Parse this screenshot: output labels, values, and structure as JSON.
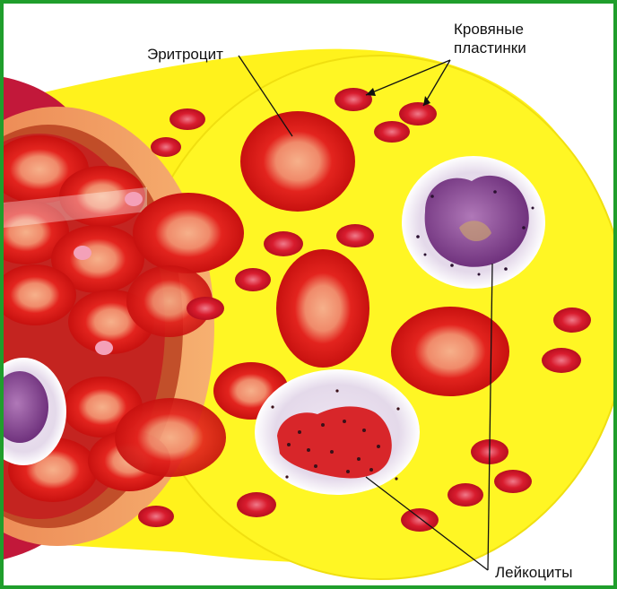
{
  "labels": {
    "erythrocyte": "Эритроцит",
    "platelets_line1": "Кровяные",
    "platelets_line2": "пластинки",
    "leukocytes": "Лейкоциты"
  },
  "colors": {
    "frame": "#1f9e2c",
    "plasma": "#fff21c",
    "vessel_wall": "#f1a060",
    "erythrocyte": "#e0201c",
    "erythrocyte_center": "#f2a27c",
    "platelet": "#d8182c",
    "leukocyte_rim": "#ffffff",
    "leukocyte_cytoplasm": "#e6dcec",
    "leukocyte_nucleus": "#7a3c86",
    "leader_line": "#111111"
  }
}
